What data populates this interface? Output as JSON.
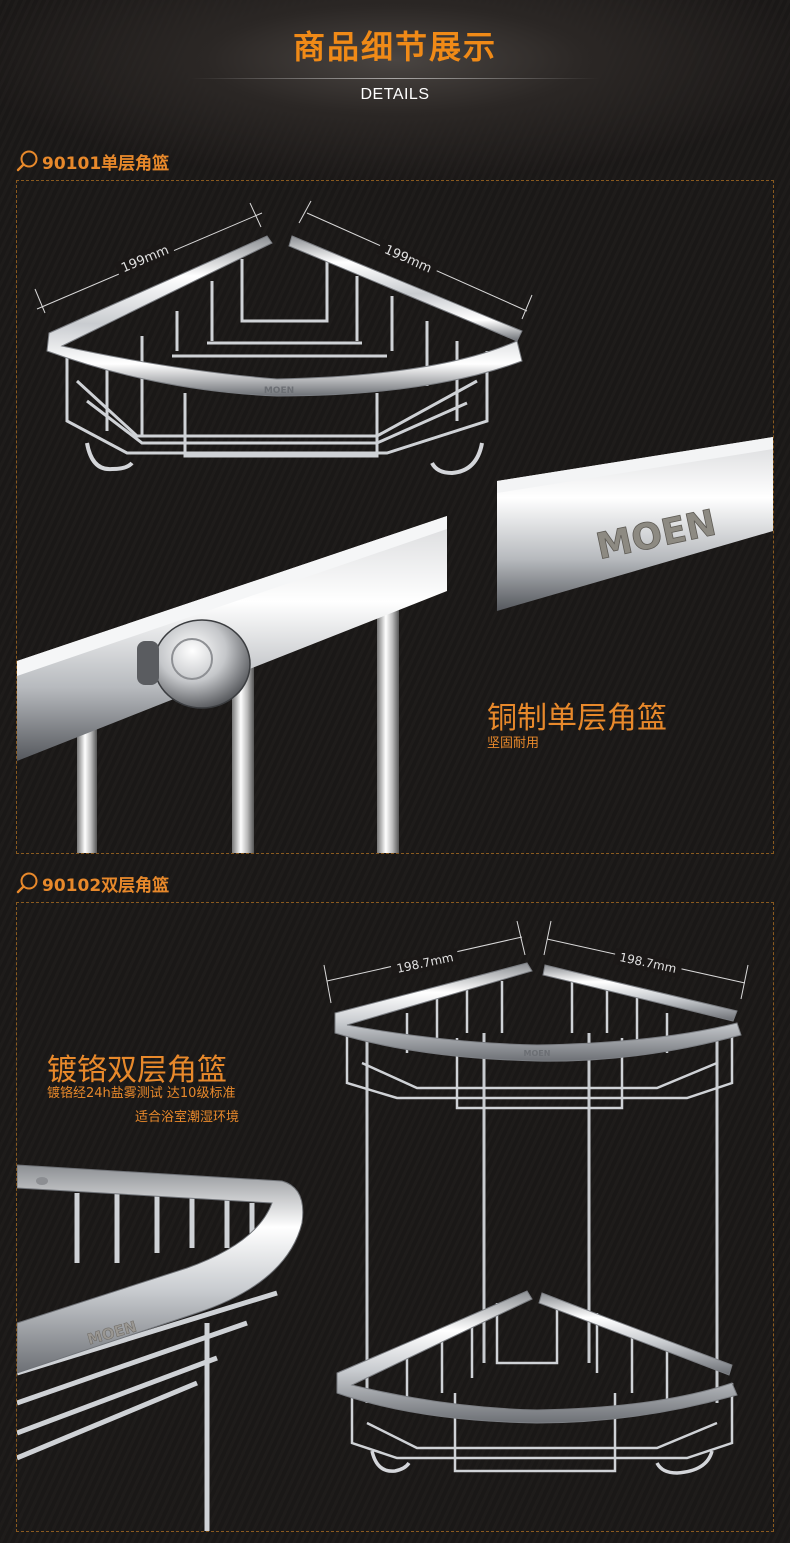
{
  "header": {
    "title": "商品细节展示",
    "subtitle": "DETAILS"
  },
  "colors": {
    "accent": "#f08a17",
    "frame_border": "#8a5a1f",
    "background": "#1b1817"
  },
  "section1": {
    "search_icon": "magnifier-icon",
    "heading": "90101单层角篮",
    "dim_left": "199mm",
    "dim_right": "199mm",
    "brand_small": "MOEN",
    "brand_large": "MOEN",
    "feature_title": "铜制单层角篮",
    "feature_sub": "坚固耐用"
  },
  "section2": {
    "search_icon": "magnifier-icon",
    "heading": "90102双层角篮",
    "dim_left": "198.7mm",
    "dim_right": "198.7mm",
    "brand_small": "MOEN",
    "brand_closeup": "MOEN",
    "feature_title": "镀铬双层角篮",
    "feature_sub1": "镀铬经24h盐雾测试 达10级标准",
    "feature_sub2": "适合浴室潮湿环境"
  }
}
